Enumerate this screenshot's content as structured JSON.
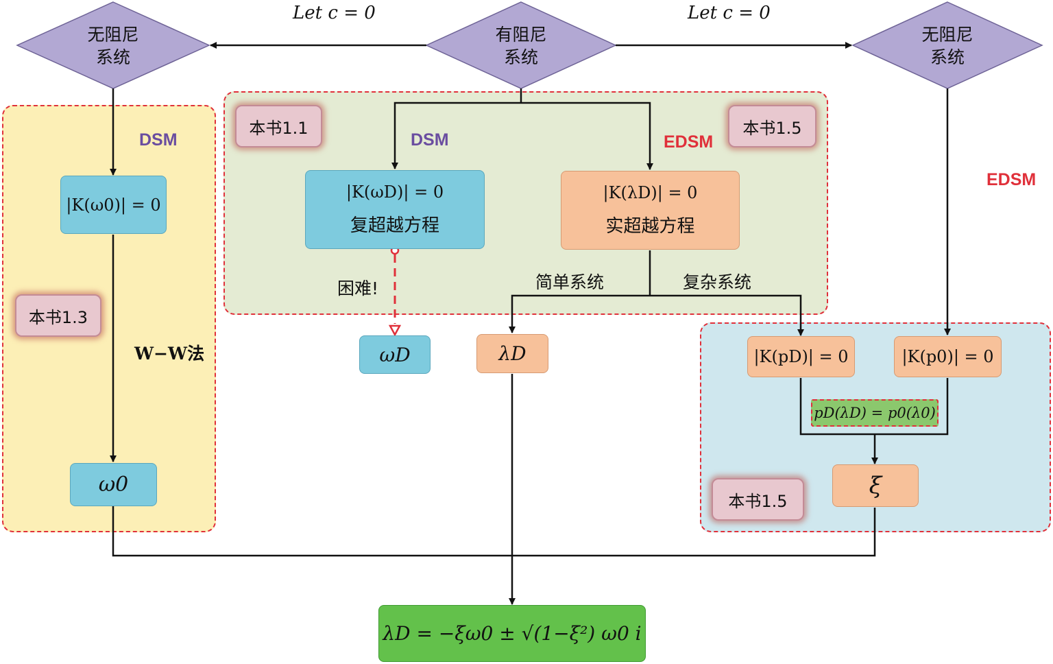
{
  "diamonds": {
    "left": {
      "line1": "无阻尼",
      "line2": "系统"
    },
    "center": {
      "line1": "有阻尼",
      "line2": "系统"
    },
    "right": {
      "line1": "无阻尼",
      "line2": "系统"
    }
  },
  "arrow_labels": {
    "left": "Let c = 0",
    "right": "Let c = 0"
  },
  "methods": {
    "left_dsm": "DSM",
    "center_dsm": "DSM",
    "center_edsm": "EDSM",
    "right_edsm": "EDSM"
  },
  "refs": {
    "r11": "本书1.1",
    "r15_top": "本书1.5",
    "r13": "本书1.3",
    "r15_bottom": "本书1.5"
  },
  "boxes": {
    "k_omega0": "|K(ω0)| = 0",
    "k_omegaD": "|K(ωD)| = 0",
    "complex_eq": "复超越方程",
    "k_lambdaD": "|K(λD)| = 0",
    "real_eq": "实超越方程",
    "omega0": "ω0",
    "omegaD": "ωD",
    "lambdaD": "λD",
    "k_pD": "|K(pD)| = 0",
    "k_p0": "|K(p0)| = 0",
    "pD_eq": "pD(λD) = p0(λ0)",
    "xi": "ξ",
    "result": "λD = −ξω0 ± √(1−ξ²) ω0 i"
  },
  "labels": {
    "difficult": "困难!",
    "simple": "简单系统",
    "complex": "复杂系统",
    "ww": "W−W法"
  },
  "colors": {
    "purple": "#b2a8d3",
    "blue": "#7ecbde",
    "orange": "#f7c19a",
    "green": "#63c14b",
    "yellow_region": "#fcefb6",
    "green_region": "#e4ebd3",
    "blue_region": "#cfe7ee",
    "dashed_red": "#e0303a"
  }
}
